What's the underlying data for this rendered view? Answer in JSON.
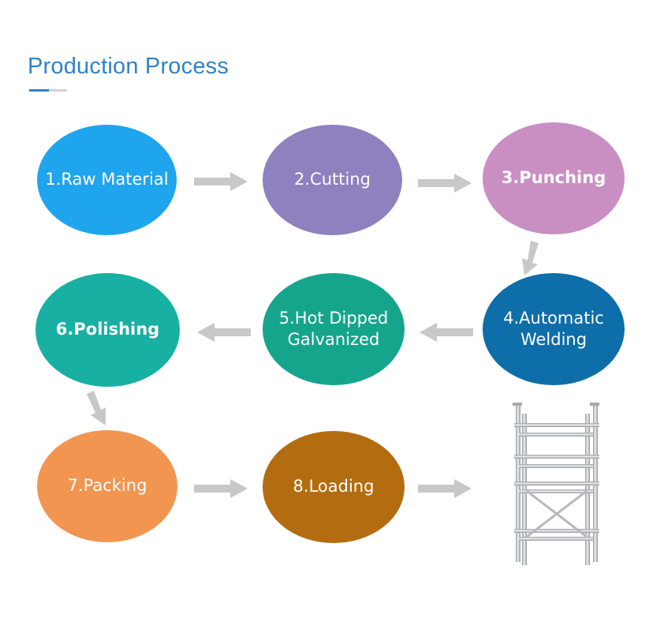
{
  "header": {
    "title": "Production Process"
  },
  "colors": {
    "accent": "#2f83c8",
    "arrow": "#c8c8c8",
    "raw_material": "#1ea5ee",
    "cutting": "#8f80bf",
    "punching": "#c98fc2",
    "automatic_welding": "#0d6ea9",
    "hot_dipped": "#15a58d",
    "polishing": "#18b0a3",
    "packing": "#f29550",
    "loading": "#b36d10"
  },
  "steps": [
    {
      "id": "raw-material",
      "label": "1.Raw Material"
    },
    {
      "id": "cutting",
      "label": "2.Cutting"
    },
    {
      "id": "punching",
      "label": "3.Punching"
    },
    {
      "id": "automatic-welding",
      "line1": "4.Automatic",
      "line2": "Welding"
    },
    {
      "id": "hot-dipped",
      "line1": "5.Hot Dipped",
      "line2": "Galvanized"
    },
    {
      "id": "polishing",
      "label": "6.Polishing"
    },
    {
      "id": "packing",
      "label": "7.Packing"
    },
    {
      "id": "loading",
      "label": "8.Loading"
    }
  ],
  "product_image": "scaffolding-frame"
}
